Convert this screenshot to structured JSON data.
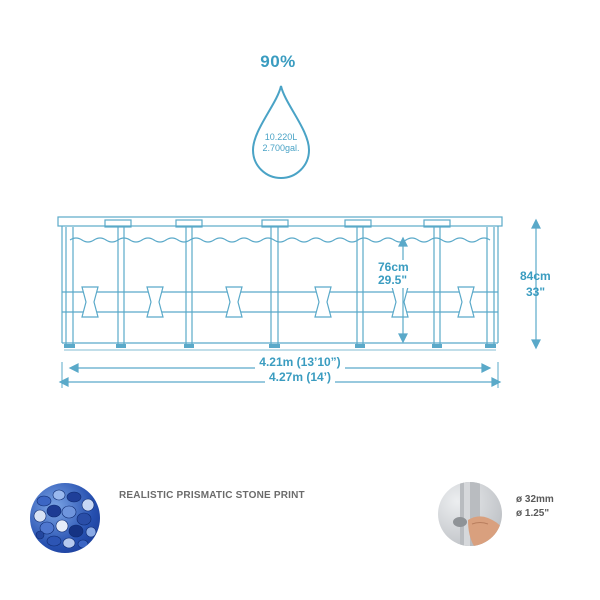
{
  "water_fill": {
    "percentage": "90%",
    "volume_liters": "10.220L",
    "volume_gallons": "2.700gal."
  },
  "dimensions": {
    "water_depth_cm": "76cm",
    "water_depth_in": "29.5\"",
    "height_cm": "84cm",
    "height_in": "33\"",
    "inner_width": "4.21m (13’10”)",
    "outer_width": "4.27m (14’)"
  },
  "features": {
    "stone_print": {
      "label": "REALISTIC PRISMATIC STONE PRINT",
      "icon": "stone-texture-icon"
    },
    "frame": {
      "diameter_mm": "ø 32mm",
      "diameter_in": "ø 1.25\"",
      "icon": "frame-joint-icon"
    }
  },
  "colors": {
    "accent": "#3a9cc0",
    "line": "#5aa9c9",
    "label_gray": "#6b6b6b"
  }
}
